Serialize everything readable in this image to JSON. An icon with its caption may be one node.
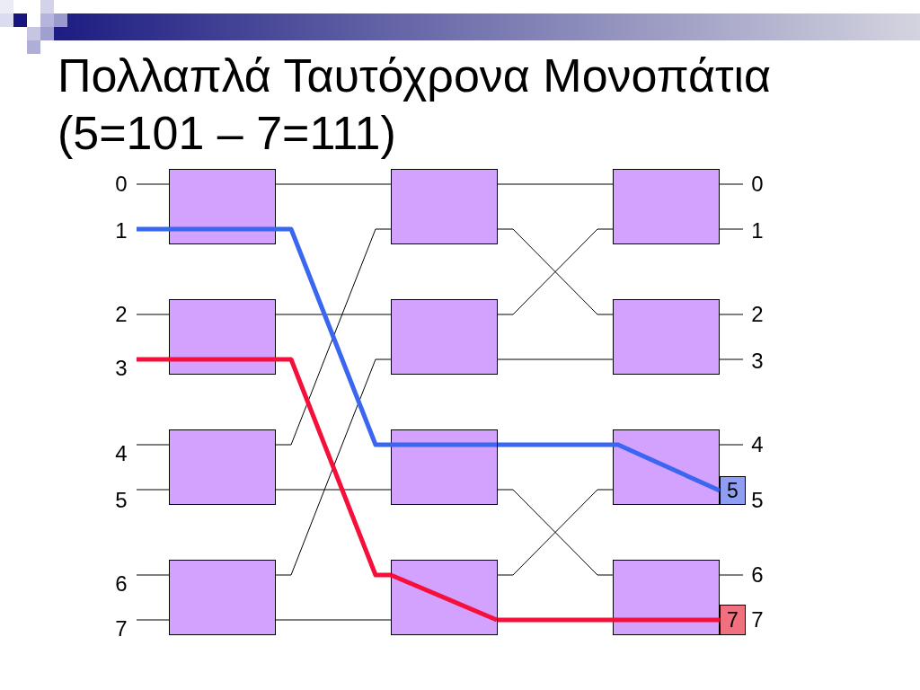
{
  "diagram": {
    "title": "Πολλαπλά Ταυτόχρονα Μονοπάτια (5=101 – 7=111)",
    "nodes": [
      {
        "text": [
          "0"
        ]
      },
      {
        "text": [
          "1"
        ]
      },
      {
        "text": [
          "2"
        ]
      },
      {
        "text": [
          "3"
        ]
      },
      {
        "text": [
          "4"
        ]
      },
      {
        "text": [
          "5"
        ]
      },
      {
        "text": [
          "6"
        ]
      },
      {
        "text": [
          "7"
        ]
      },
      {
        "text": [],
        "shape": "box"
      },
      {
        "text": [],
        "shape": "box"
      },
      {
        "text": [],
        "shape": "box"
      },
      {
        "text": [],
        "shape": "box"
      },
      {
        "text": [],
        "shape": "box"
      },
      {
        "text": [],
        "shape": "box"
      },
      {
        "text": [],
        "shape": "box"
      },
      {
        "text": [],
        "shape": "box"
      },
      {
        "text": [],
        "shape": "box"
      },
      {
        "text": [],
        "shape": "box"
      },
      {
        "text": [],
        "shape": "box"
      },
      {
        "text": [],
        "shape": "box"
      },
      {
        "text": [
          "0"
        ]
      },
      {
        "text": [
          "1"
        ]
      },
      {
        "text": [
          "2"
        ]
      },
      {
        "text": [
          "3"
        ]
      },
      {
        "text": [
          "4"
        ]
      },
      {
        "text": [
          "5"
        ]
      },
      {
        "text": [
          "6"
        ]
      },
      {
        "text": [
          "7"
        ]
      },
      {
        "text": [
          "5"
        ]
      },
      {
        "text": [
          "7"
        ]
      }
    ],
    "edges": [
      {
        "from": 0,
        "to": 8,
        "arrow": "none"
      },
      {
        "from": 1,
        "to": 8,
        "arrow": "none",
        "style": "thick",
        "color": "#3a66f0"
      },
      {
        "from": 2,
        "to": 9,
        "arrow": "none"
      },
      {
        "from": 3,
        "to": 9,
        "arrow": "none",
        "style": "thick",
        "color": "#f5103c"
      },
      {
        "from": 4,
        "to": 10,
        "arrow": "none"
      },
      {
        "from": 5,
        "to": 10,
        "arrow": "none"
      },
      {
        "from": 6,
        "to": 11,
        "arrow": "none"
      },
      {
        "from": 7,
        "to": 11,
        "arrow": "none"
      },
      {
        "from": 8,
        "to": 12,
        "arrow": "none"
      },
      {
        "from": 8,
        "to": 14,
        "arrow": "none",
        "style": "thick",
        "color": "#3a66f0"
      },
      {
        "from": 9,
        "to": 13,
        "arrow": "none"
      },
      {
        "from": 9,
        "to": 15,
        "arrow": "none",
        "style": "thick",
        "color": "#f5103c"
      },
      {
        "from": 10,
        "to": 12,
        "arrow": "none"
      },
      {
        "from": 10,
        "to": 14,
        "arrow": "none"
      },
      {
        "from": 11,
        "to": 13,
        "arrow": "none"
      },
      {
        "from": 11,
        "to": 15,
        "arrow": "none"
      },
      {
        "from": 12,
        "to": 16,
        "arrow": "none"
      },
      {
        "from": 12,
        "to": 17,
        "arrow": "none"
      },
      {
        "from": 13,
        "to": 16,
        "arrow": "none"
      },
      {
        "from": 13,
        "to": 17,
        "arrow": "none"
      },
      {
        "from": 14,
        "to": 18,
        "arrow": "none",
        "style": "thick",
        "color": "#3a66f0"
      },
      {
        "from": 14,
        "to": 19,
        "arrow": "none"
      },
      {
        "from": 15,
        "to": 18,
        "arrow": "none"
      },
      {
        "from": 15,
        "to": 19,
        "arrow": "none",
        "style": "thick",
        "color": "#f5103c"
      },
      {
        "from": 16,
        "to": 20,
        "arrow": "none"
      },
      {
        "from": 16,
        "to": 21,
        "arrow": "none"
      },
      {
        "from": 17,
        "to": 22,
        "arrow": "none"
      },
      {
        "from": 17,
        "to": 23,
        "arrow": "none"
      },
      {
        "from": 18,
        "to": 24,
        "arrow": "none"
      },
      {
        "from": 19,
        "to": 26,
        "arrow": "none"
      },
      {
        "from": 18,
        "to": 28,
        "arrow": "none",
        "style": "thick",
        "color": "#3a66f0"
      },
      {
        "from": 19,
        "to": 29,
        "arrow": "none",
        "style": "thick",
        "color": "#f5103c"
      }
    ]
  }
}
